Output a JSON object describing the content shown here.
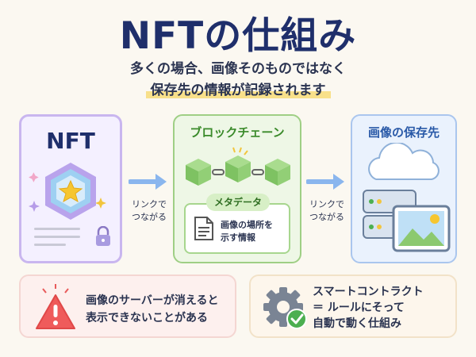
{
  "title": "NFTの仕組み",
  "subtitle_line1": "多くの場合、画像そのものではなく",
  "subtitle_line2": "保存先の情報が記録されます",
  "nft_card": {
    "label": "NFT"
  },
  "link_label_left": [
    "リンクで",
    "つながる"
  ],
  "blockchain_card": {
    "title": "ブロックチェーン",
    "metadata_tag": "メタデータ",
    "metadata_text": [
      "画像の場所を",
      "示す情報"
    ]
  },
  "link_label_right": [
    "リンクで",
    "つながる"
  ],
  "storage_card": {
    "title": "画像の保存先"
  },
  "warning_card": {
    "text": [
      "画像のサーバーが消えると",
      "表示できないことがある"
    ]
  },
  "smart_contract_card": {
    "text": [
      "スマートコントラクト",
      "＝ ルールにそって",
      "自動で動く仕組み"
    ]
  },
  "colors": {
    "title": "#1f2f6b",
    "nft_border": "#c9b6ef",
    "chain_green": "#3a8a2a",
    "storage_blue": "#2a5aa8",
    "arrow_blue": "#8ab6ee",
    "warning_red": "#e85a5a",
    "check_green": "#4caf50",
    "highlight": "#f8e08a"
  }
}
